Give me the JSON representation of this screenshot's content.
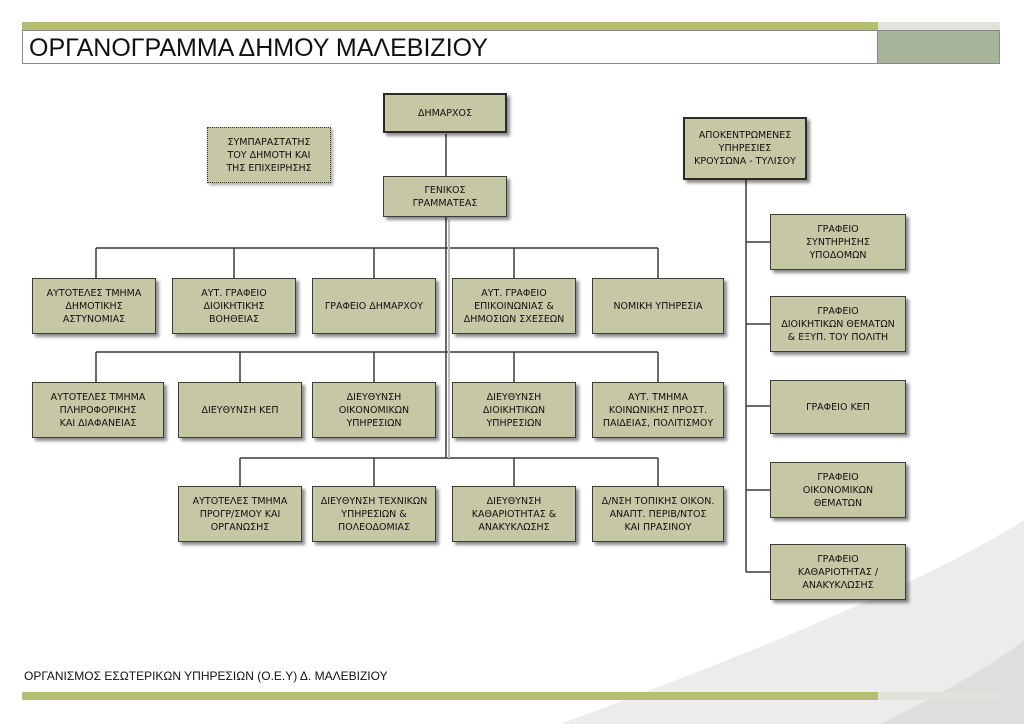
{
  "header": {
    "title": "ΟΡΓΑΝΟΓΡΑΜΜΑ ΔΗΜΟΥ ΜΑΛΕΒΙΖΙΟΥ"
  },
  "colors": {
    "band_green": "#b5be73",
    "band_grey": "#e2e2dc",
    "box_fill": "#c6c7a4",
    "accent": "#a7b49a",
    "line": "#3a3a3a"
  },
  "org": {
    "mayor": "ΔΗΜΑΡΧΟΣ",
    "ombudsman": "ΣΥΜΠΑΡΑΣΤΑΤΗΣ\nΤΟΥ ΔΗΜΟΤΗ ΚΑΙ\nΤΗΣ ΕΠΙΧΕΙΡΗΣΗΣ",
    "secretary": "ΓΕΝΙΚΟΣ\nΓΡΑΜΜΑΤΕΑΣ",
    "decentralized": "ΑΠΟΚΕΝΤΡΩΜΕΝΕΣ\nΥΠΗΡΕΣΙΕΣ\nΚΡΟΥΣΩΝΑ - ΤΥΛΙΣΟΥ",
    "row1": [
      "ΑΥΤΟΤΕΛΕΣ ΤΜΗΜΑ\nΔΗΜΟΤΙΚΗΣ\nΑΣΤΥΝΟΜΙΑΣ",
      "ΑΥΤ. ΓΡΑΦΕΙΟ\nΔΙΟΙΚΗΤΙΚΗΣ\nΒΟΗΘΕΙΑΣ",
      "ΓΡΑΦΕΙΟ ΔΗΜΑΡΧΟΥ",
      "ΑΥΤ. ΓΡΑΦΕΙΟ\nΕΠΙΚΟΙΝΩΝΙΑΣ &\nΔΗΜΟΣΙΩΝ ΣΧΕΣΕΩΝ",
      "ΝΟΜΙΚΗ ΥΠΗΡΕΣΙΑ"
    ],
    "row2": [
      "ΑΥΤΟΤΕΛΕΣ ΤΜΗΜΑ\nΠΛΗΡΟΦΟΡΙΚΗΣ\nΚΑΙ ΔΙΑΦΑΝΕΙΑΣ",
      "ΔΙΕΥΘΥΝΣΗ ΚΕΠ",
      "ΔΙΕΥΘΥΝΣΗ\nΟΙΚΟΝΟΜΙΚΩΝ\nΥΠΗΡΕΣΙΩΝ",
      "ΔΙΕΥΘΥΝΣΗ\nΔΙΟΙΚΗΤΙΚΩΝ\nΥΠΗΡΕΣΙΩΝ",
      "ΑΥΤ. ΤΜΗΜΑ\nΚΟΙΝΩΝΙΚΗΣ ΠΡΟΣΤ.\nΠΑΙΔΕΙΑΣ, ΠΟΛΙΤΙΣΜΟΥ"
    ],
    "row3": [
      "ΑΥΤΟΤΕΛΕΣ ΤΜΗΜΑ\nΠΡΟΓΡ/ΣΜΟΥ ΚΑΙ\nΟΡΓΑΝΩΣΗΣ",
      "ΔΙΕΥΘΥΝΣΗ ΤΕΧΝΙΚΩΝ\nΥΠΗΡΕΣΙΩΝ &\nΠΟΛΕΟΔΟΜΙΑΣ",
      "ΔΙΕΥΘΥΝΣΗ\nΚΑΘΑΡΙΟΤΗΤΑΣ &\nΑΝΑΚΥΚΛΩΣΗΣ",
      "Δ/ΝΣΗ ΤΟΠΙΚΗΣ ΟΙΚΟΝ.\nΑΝΑΠΤ. ΠΕΡΙΒ/ΝΤΟΣ\nΚΑΙ ΠΡΑΣΙΝΟΥ"
    ],
    "right_column": [
      "ΓΡΑΦΕΙΟ\nΣΥΝΤΗΡΗΣΗΣ\nΥΠΟΔΟΜΩΝ",
      "ΓΡΑΦΕΙΟ\nΔΙΟΙΚΗΤΙΚΩΝ ΘΕΜΑΤΩΝ\n& ΕΞΥΠ. ΤΟΥ ΠΟΛΙΤΗ",
      "ΓΡΑΦΕΙΟ ΚΕΠ",
      "ΓΡΑΦΕΙΟ\nΟΙΚΟΝΟΜΙΚΩΝ\nΘΕΜΑΤΩΝ",
      "ΓΡΑΦΕΙΟ\nΚΑΘΑΡΙΟΤΗΤΑΣ /\nΑΝΑΚΥΚΛΩΣΗΣ"
    ]
  },
  "footer": {
    "text": "ΟΡΓΑΝΙΣΜΟΣ ΕΣΩΤΕΡΙΚΩΝ ΥΠΗΡΕΣΙΩΝ (Ο.Ε.Υ) Δ. ΜΑΛΕΒΙΖΙΟΥ"
  }
}
